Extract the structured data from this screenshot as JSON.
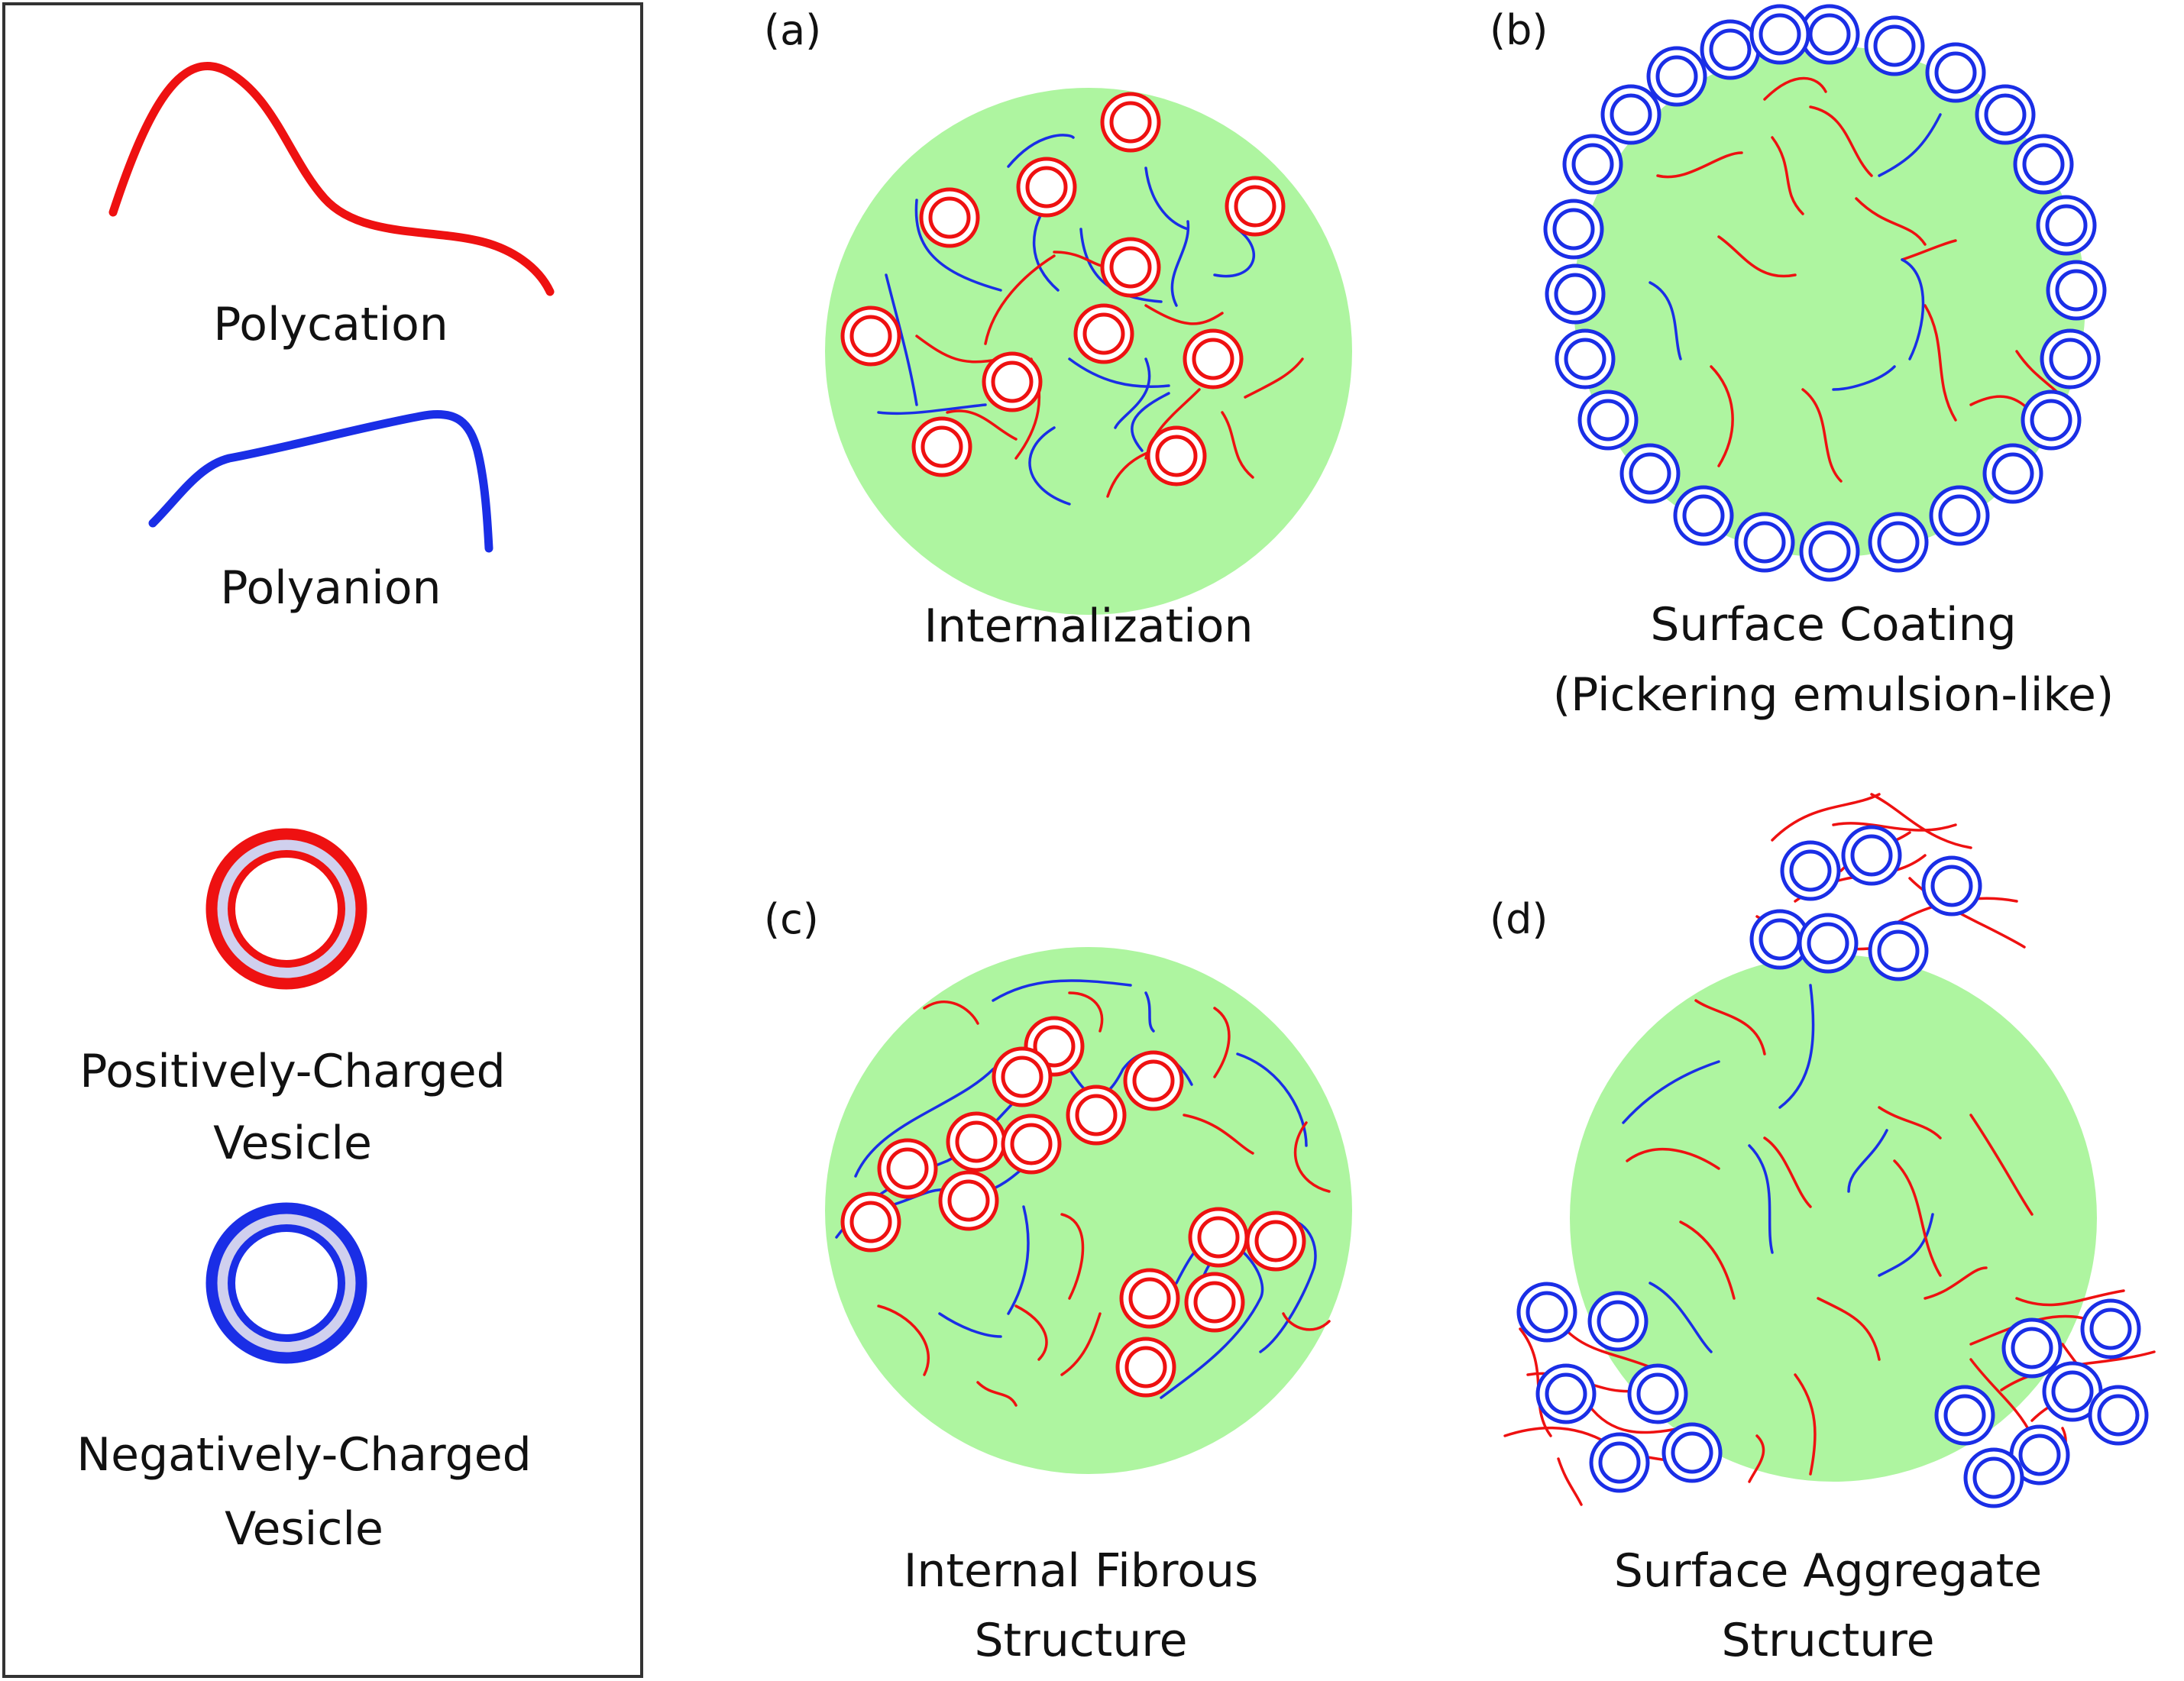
{
  "legend": {
    "items": [
      {
        "label_lines": [
          "Polycation"
        ]
      },
      {
        "label_lines": [
          "Polyanion"
        ]
      },
      {
        "label_lines": [
          "Positively-Charged",
          "Vesicle"
        ]
      },
      {
        "label_lines": [
          "Negatively-Charged",
          "Vesicle"
        ]
      }
    ]
  },
  "panels": [
    {
      "letter": "(a)",
      "caption_lines": [
        "Internalization"
      ]
    },
    {
      "letter": "(b)",
      "caption_lines": [
        "Surface Coating",
        "(Pickering emulsion-like)"
      ]
    },
    {
      "letter": "(c)",
      "caption_lines": [
        "Internal Fibrous",
        "Structure"
      ]
    },
    {
      "letter": "(d)",
      "caption_lines": [
        "Surface Aggregate",
        "Structure"
      ]
    }
  ],
  "colors": {
    "polycation": "#ee1111",
    "polyanion": "#1a2ee6",
    "droplet": "#aef5a0",
    "vesicle_fill": "#d0d0ee"
  }
}
